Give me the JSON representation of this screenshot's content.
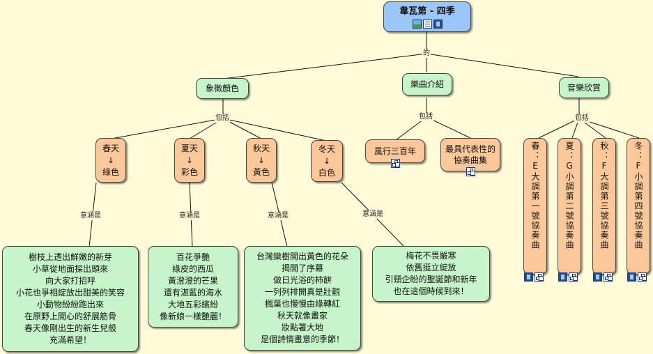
{
  "root": {
    "title": "韋瓦第 - 四季",
    "icons": [
      "image-icon",
      "document-icon",
      "film-icon"
    ]
  },
  "link_root": "的",
  "branches": {
    "colors": {
      "label": "象徵顏色",
      "link": "包括"
    },
    "intro": {
      "label": "樂曲介紹",
      "link": "包括"
    },
    "music": {
      "label": "音樂欣賞",
      "link": "包括"
    }
  },
  "seasons": [
    {
      "line1": "春天",
      "arrow": "↓",
      "line2": "綠色",
      "link": "意涵是",
      "meaning": [
        "樹枝上透出鮮嫩的新芽",
        "小草從地面探出頭來",
        "向大家打招呼",
        "小花也爭相綻放出甜美的笑容",
        "小動物紛紛跑出來",
        "在原野上開心的舒展筋骨",
        "春天像剛出生的新生兒般",
        "充滿希望！"
      ]
    },
    {
      "line1": "夏天",
      "arrow": "↓",
      "line2": "彩色",
      "link": "意涵是",
      "meaning": [
        "百花爭艷",
        "綠皮的西瓜",
        "黃澄澄的芒果",
        "還有湛藍的海水",
        "大地五彩繽紛",
        "像新娘一樣艷麗！"
      ]
    },
    {
      "line1": "秋天",
      "arrow": "↓",
      "line2": "黃色",
      "link": "意涵是",
      "meaning": [
        "台灣欒樹開出黃色的花朵",
        "揭開了序幕",
        "做日光浴的柿餅",
        "一列列排開真是壯觀",
        "楓葉也慢慢由綠轉紅",
        "秋天就像畫家",
        "妝點著大地",
        "是個詩情畫意的季節！"
      ]
    },
    {
      "line1": "冬天",
      "arrow": "↓",
      "line2": "白色",
      "link": "意涵是",
      "meaning": [
        "梅花不畏嚴寒",
        "依舊挺立綻放",
        "引頸企盼的聖誕節和新年",
        "也在這個時候到來！"
      ]
    }
  ],
  "intro_items": [
    {
      "label": "風行三百年"
    },
    {
      "label": "最具代表性的協奏曲集"
    }
  ],
  "concertos": [
    {
      "label": "春：E大調第一號協奏曲"
    },
    {
      "label": "夏：G小調第二號協奏曲"
    },
    {
      "label": "秋：F大調第三號協奏曲"
    },
    {
      "label": "冬：F小調第四號協奏曲"
    }
  ]
}
